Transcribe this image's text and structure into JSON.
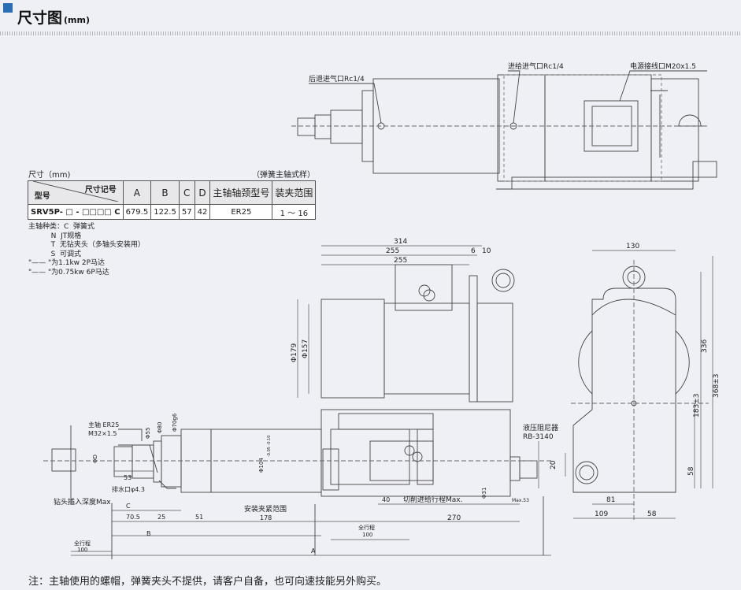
{
  "header": {
    "title": "尺寸图",
    "unit": "(mm)"
  },
  "table": {
    "caption_left": "尺寸（mm)",
    "caption_right": "（弹簧主轴式样）",
    "header_corner_top": "尺寸记号",
    "header_corner_bottom": "型号",
    "columns": [
      "A",
      "B",
      "C",
      "D",
      "主轴轴颈型号",
      "装夹范围"
    ],
    "row": {
      "model": "SRV5P- □ - □□□□ C",
      "values": [
        "679.5",
        "122.5",
        "57",
        "42",
        "ER25",
        "1 ～ 16"
      ]
    }
  },
  "notes": [
    "主轴种类：C  弹簧式",
    "          N  JT规格",
    "          T  无钻夹头（多轴头安装用）",
    "          S  可调式",
    "\"—— \"为1.1kw 2P马达",
    "\"—— \"为0.75kw 6P马达"
  ],
  "top_labels": {
    "rear_air": "后退进气口Rc1/4",
    "feed_air": "进给进气口Rc1/4",
    "power": "电源接线口M20x1.5"
  },
  "side_labels": {
    "spindle": "主轴 ER25",
    "thread": "M32×1.5",
    "drill_depth": "钻头插入深度Max.",
    "drain": "排水口φ4.3",
    "clamp_range": "安装夹紧范围",
    "feed_stroke": "切削进给行程Max.",
    "damper": "液压阻尼器",
    "damper_model": "RB-3140",
    "full_stroke": "全行程"
  },
  "dims": {
    "d314": "314",
    "d255a": "255",
    "d255b": "255",
    "d6": "6",
    "d10": "10",
    "d179": "Φ179",
    "d157": "Φ157",
    "d130": "130",
    "d183": "183±3",
    "d336": "336",
    "d368": "368±3",
    "d55": "Φ55",
    "d80": "Φ80",
    "d70": "Φ70g6",
    "dD": "ΦD",
    "d104": "Φ104",
    "d104tol": "-0.05 -0.10",
    "d53": "53",
    "dC": "C",
    "d705": "70.5",
    "d25": "25",
    "d51": "51",
    "d178": "178",
    "d40": "40",
    "d31": "Φ31",
    "dMax53": "Max.53",
    "d270": "270",
    "d100a": "100",
    "d100b": "100",
    "dB": "B",
    "dA": "A",
    "d20": "20",
    "d58a": "58",
    "d81": "81",
    "d109": "109",
    "d58b": "58"
  },
  "footer": "注：主轴使用的螺帽，弹簧夹头不提供，请客户自备，也可向速技能另外购买。"
}
